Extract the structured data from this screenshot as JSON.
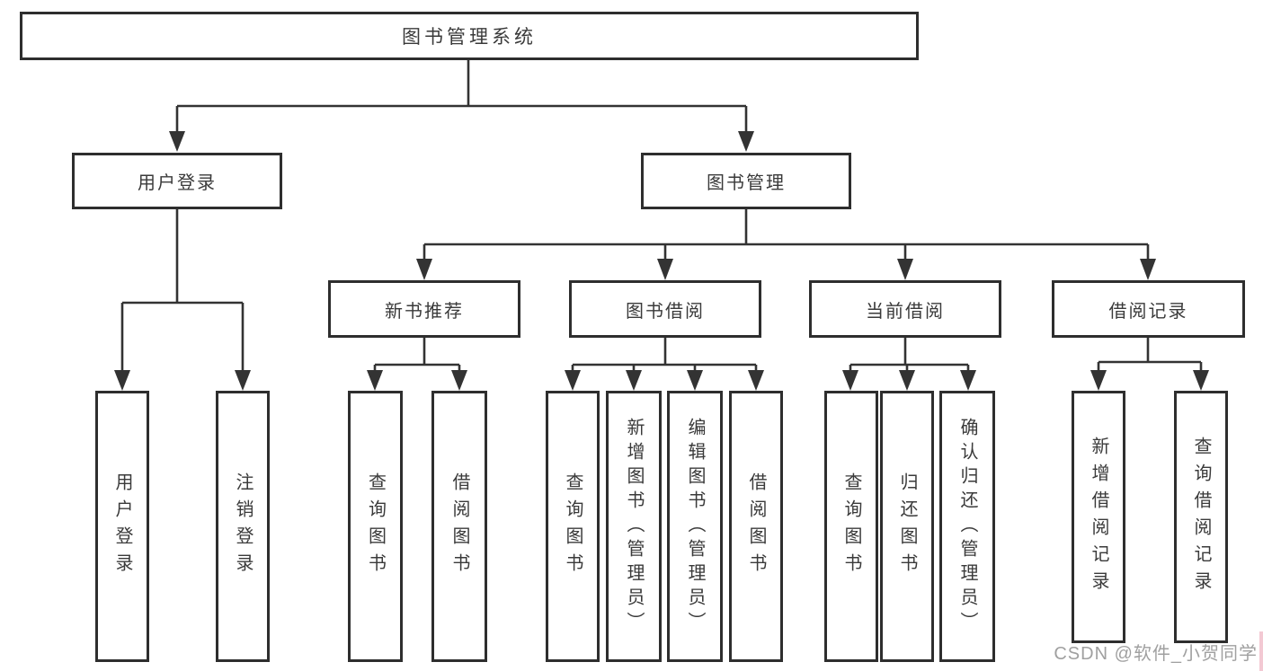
{
  "nodes": {
    "root": "图书管理系统",
    "user_login": "用户登录",
    "book_mgmt": "图书管理",
    "new_books": "新书推荐",
    "book_borrow": "图书借阅",
    "current_borrow": "当前借阅",
    "borrow_records": "借阅记录",
    "leaf_user_login": "用户登录",
    "leaf_logout": "注销登录",
    "leaf_nb_query": "查询图书",
    "leaf_nb_borrow": "借阅图书",
    "leaf_bb_query": "查询图书",
    "leaf_bb_add": "新增图书（管理员）",
    "leaf_bb_edit": "编辑图书（管理员）",
    "leaf_bb_borrow": "借阅图书",
    "leaf_cb_query": "查询图书",
    "leaf_cb_return": "归还图书",
    "leaf_cb_confirm": "确认归还（管理员）",
    "leaf_br_add": "新增借阅记录",
    "leaf_br_query": "查询借阅记录"
  },
  "structure": {
    "图书管理系统": {
      "用户登录": [
        "用户登录",
        "注销登录"
      ],
      "图书管理": {
        "新书推荐": [
          "查询图书",
          "借阅图书"
        ],
        "图书借阅": [
          "查询图书",
          "新增图书（管理员）",
          "编辑图书（管理员）",
          "借阅图书"
        ],
        "当前借阅": [
          "查询图书",
          "归还图书",
          "确认归还（管理员）"
        ],
        "借阅记录": [
          "新增借阅记录",
          "查询借阅记录"
        ]
      }
    }
  },
  "watermark": "CSDN @软件_小贺同学",
  "colors": {
    "border": "#2e2e2e",
    "line": "#333333",
    "text": "#3a3a3a",
    "watermark": "#a0a0a0",
    "background": "#ffffff"
  }
}
